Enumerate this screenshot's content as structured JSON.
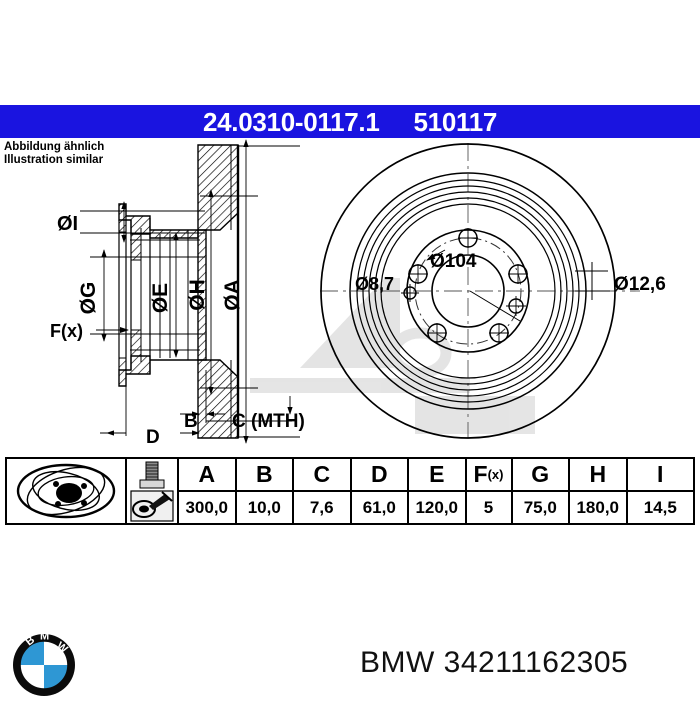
{
  "banner": {
    "part_number": "24.0310-0117.1",
    "reference_number": "510117",
    "background_color": "#1a14e0",
    "text_color": "#ffffff"
  },
  "note": {
    "line_de": "Abbildung ähnlich",
    "line_en": "Illustration similar"
  },
  "drawing": {
    "section_labels": {
      "phi_i": "ØI",
      "phi_g": "ØG",
      "phi_e": "ØE",
      "phi_h": "ØH",
      "phi_a": "ØA",
      "f_x": "F(x)",
      "b": "B",
      "c": "C (MTH)",
      "d": "D"
    },
    "face_labels": {
      "bolt_circle": "Ø104",
      "small_hole": "Ø8,7",
      "bolt_hole": "Ø12,6"
    },
    "watermark": "ate"
  },
  "table": {
    "icons": {
      "disc": "brake-disc-icon",
      "bolt": "bolt-icon",
      "tool": "installation-tool-icon"
    },
    "columns": [
      {
        "header": "A",
        "sub": "",
        "value": "300,0"
      },
      {
        "header": "B",
        "sub": "",
        "value": "10,0"
      },
      {
        "header": "C",
        "sub": "",
        "value": "7,6"
      },
      {
        "header": "D",
        "sub": "",
        "value": "61,0"
      },
      {
        "header": "E",
        "sub": "",
        "value": "120,0"
      },
      {
        "header": "F",
        "sub": "(x)",
        "value": "5"
      },
      {
        "header": "G",
        "sub": "",
        "value": "75,0"
      },
      {
        "header": "H",
        "sub": "",
        "value": "180,0"
      },
      {
        "header": "I",
        "sub": "",
        "value": "14,5"
      }
    ]
  },
  "footer": {
    "brand": "BMW",
    "oem_number": "34211162305",
    "caption": "BMW 34211162305",
    "logo_blue": "#2e97d4",
    "logo_dark": "#0a0a0a"
  }
}
